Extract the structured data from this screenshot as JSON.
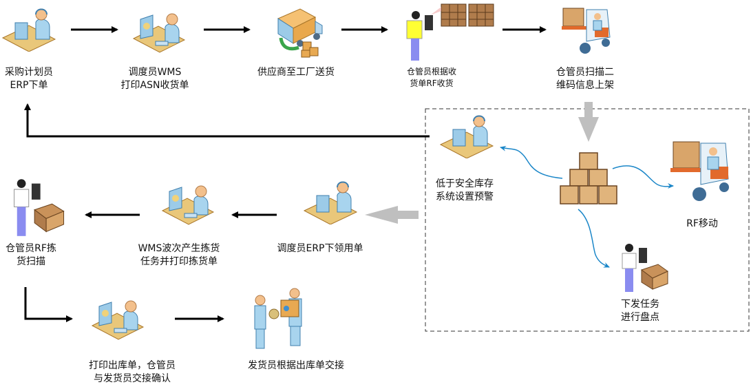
{
  "diagram": {
    "title": "",
    "nodes": [
      {
        "id": "n1",
        "label": "采购计划员\nERP下单",
        "icon": "operator-headset-computer-icon"
      },
      {
        "id": "n2",
        "label": "调度员WMS\n打印ASN收货单",
        "icon": "operator-computer-icon"
      },
      {
        "id": "n3",
        "label": "供应商至工厂送货",
        "icon": "delivery-truck-icon"
      },
      {
        "id": "n4",
        "label": "仓管员根据收\n货单RF收货",
        "icon": "rf-scanner-pallets-icon"
      },
      {
        "id": "n5",
        "label": "仓管员扫描二\n维码信息上架",
        "icon": "forklift-icon"
      },
      {
        "id": "n6",
        "label": "低于安全库存\n系统设置预警",
        "icon": "operator-headset-computer-icon"
      },
      {
        "id": "n7",
        "label": "",
        "icon": "stacked-boxes-icon"
      },
      {
        "id": "n8",
        "label": "RF移动",
        "icon": "forklift-icon"
      },
      {
        "id": "n9",
        "label": "下发任务\n进行盘点",
        "icon": "rf-scanner-box-icon"
      },
      {
        "id": "n10",
        "label": "调度员ERP下领用单",
        "icon": "operator-headset-computer-icon"
      },
      {
        "id": "n11",
        "label": "WMS波次产生拣货\n任务并打印拣货单",
        "icon": "operator-computer-icon"
      },
      {
        "id": "n12",
        "label": "仓管员RF拣\n货扫描",
        "icon": "rf-scanner-box-icon"
      },
      {
        "id": "n13",
        "label": "打印出库单，仓管员\n与发货员交接确认",
        "icon": "operator-computer-icon"
      },
      {
        "id": "n14",
        "label": "发货员根据出库单交接",
        "icon": "handover-package-icon"
      }
    ],
    "edges": [
      {
        "from": "n1",
        "to": "n2",
        "style": "black-arrow"
      },
      {
        "from": "n2",
        "to": "n3",
        "style": "black-arrow"
      },
      {
        "from": "n3",
        "to": "n4",
        "style": "black-arrow"
      },
      {
        "from": "n4",
        "to": "n5",
        "style": "black-arrow"
      },
      {
        "from": "n5",
        "to": "n7",
        "style": "gray-block-arrow"
      },
      {
        "from": "n7",
        "to": "n6",
        "style": "blue-curve"
      },
      {
        "from": "n7",
        "to": "n8",
        "style": "blue-curve"
      },
      {
        "from": "n7",
        "to": "n9",
        "style": "blue-curve"
      },
      {
        "from": "n6",
        "to": "n1",
        "style": "black-elbow-arrow"
      },
      {
        "from": "inventory-group",
        "to": "n10",
        "style": "gray-block-arrow"
      },
      {
        "from": "n10",
        "to": "n11",
        "style": "black-arrow"
      },
      {
        "from": "n11",
        "to": "n12",
        "style": "black-arrow"
      },
      {
        "from": "n12",
        "to": "n13",
        "style": "black-elbow-arrow"
      },
      {
        "from": "n13",
        "to": "n14",
        "style": "black-arrow"
      }
    ],
    "groups": [
      {
        "id": "inventory-group",
        "style": "dashed",
        "members": [
          "n6",
          "n7",
          "n8",
          "n9"
        ]
      }
    ]
  }
}
